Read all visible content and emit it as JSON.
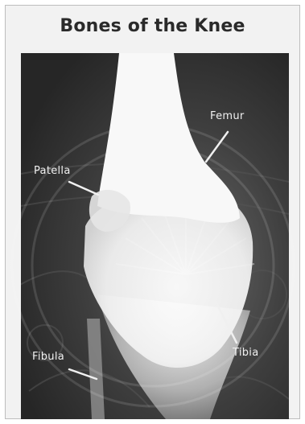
{
  "title": "Bones of the Knee",
  "labels": {
    "femur": "Femur",
    "patella": "Patella",
    "fibula": "Fibula",
    "tibia": "Tibia"
  },
  "colors": {
    "background": "#2d2d2d",
    "bone": "#f4f4f4",
    "label_text": "#f0f0f0",
    "title_text": "#2a2a2a"
  }
}
